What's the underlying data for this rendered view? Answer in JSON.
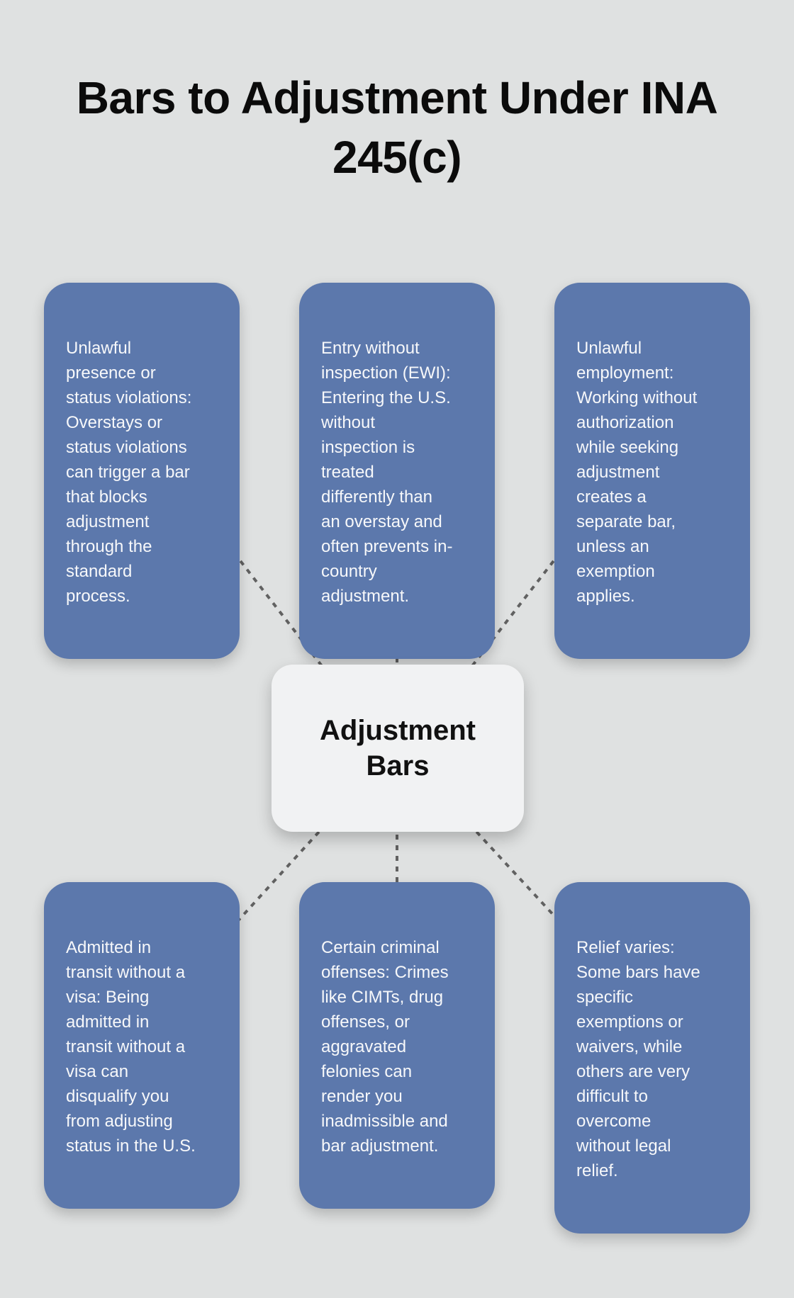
{
  "title": "Bars to Adjustment Under INA\n245(c)",
  "center": {
    "label": "Adjustment\nBars"
  },
  "nodes": [
    {
      "id": "unlawful-presence",
      "text": "Unlawful\npresence or\nstatus violations:\nOverstays or\nstatus violations\ncan trigger a bar\nthat blocks\nadjustment\nthrough the\nstandard\nprocess."
    },
    {
      "id": "entry-without-inspection",
      "text": "Entry without\ninspection (EWI):\nEntering the U.S.\nwithout\ninspection is\ntreated\ndifferently than\nan overstay and\noften prevents in-\ncountry\nadjustment."
    },
    {
      "id": "unlawful-employment",
      "text": "Unlawful\nemployment:\nWorking without\nauthorization\nwhile seeking\nadjustment\ncreates a\nseparate bar,\nunless an\nexemption\napplies."
    },
    {
      "id": "admitted-in-transit",
      "text": "Admitted in\ntransit without a\nvisa: Being\nadmitted in\ntransit without a\nvisa can\ndisqualify you\nfrom adjusting\nstatus in the U.S."
    },
    {
      "id": "criminal-offenses",
      "text": "Certain criminal\noffenses: Crimes\nlike CIMTs, drug\noffenses, or\naggravated\nfelonies can\nrender you\ninadmissible and\nbar adjustment."
    },
    {
      "id": "relief-varies",
      "text": "Relief varies:\nSome bars have\nspecific\nexemptions or\nwaivers, while\nothers are very\ndifficult to\novercome\nwithout legal\nrelief."
    }
  ],
  "colors": {
    "background": "#dfe1e1",
    "node_fill": "#5c78ac",
    "node_text": "#f7f8fa",
    "center_fill": "#f1f2f3",
    "center_text": "#111111",
    "connector": "#616161",
    "title_text": "#0b0b0b"
  }
}
